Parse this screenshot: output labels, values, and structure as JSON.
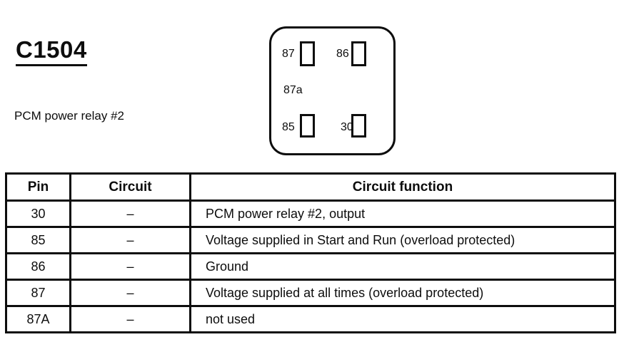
{
  "page": {
    "title": "C1504",
    "subtitle": "PCM power relay #2"
  },
  "relay_diagram": {
    "pins": [
      {
        "label": "87",
        "position": "top-left",
        "has_slot": true
      },
      {
        "label": "86",
        "position": "top-right",
        "has_slot": true
      },
      {
        "label": "87a",
        "position": "middle-left",
        "has_slot": false
      },
      {
        "label": "85",
        "position": "bottom-left",
        "has_slot": true
      },
      {
        "label": "30",
        "position": "bottom-right",
        "has_slot": true
      }
    ]
  },
  "pin_table": {
    "columns": [
      "Pin",
      "Circuit",
      "Circuit function"
    ],
    "rows": [
      {
        "pin": "30",
        "circuit": "–",
        "function": "PCM power relay #2, output"
      },
      {
        "pin": "85",
        "circuit": "–",
        "function": "Voltage supplied in Start and Run (overload protected)"
      },
      {
        "pin": "86",
        "circuit": "–",
        "function": "Ground"
      },
      {
        "pin": "87",
        "circuit": "–",
        "function": "Voltage supplied at all times (overload protected)"
      },
      {
        "pin": "87A",
        "circuit": "–",
        "function": "not used"
      }
    ]
  },
  "colors": {
    "ink": "#0d0d0d",
    "paper": "#ffffff"
  }
}
